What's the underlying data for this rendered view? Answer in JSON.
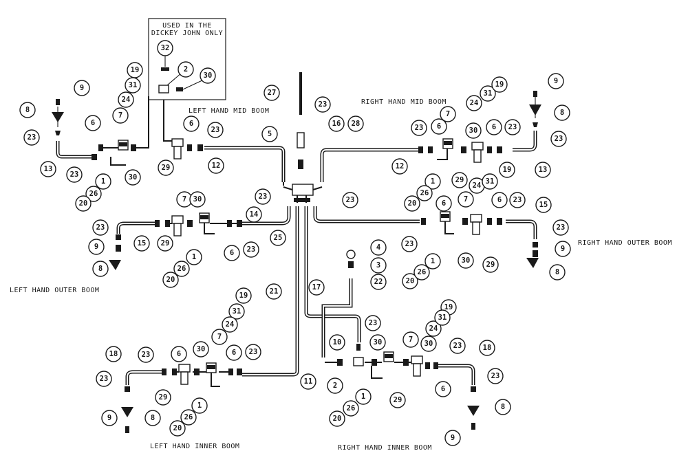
{
  "labels": {
    "dickey_note_line1": "USED IN THE",
    "dickey_note_line2": "DICKEY JOHN ONLY",
    "left_mid": "LEFT HAND MID BOOM",
    "right_mid": "RIGHT HAND MID BOOM",
    "left_outer": "LEFT HAND OUTER BOOM",
    "right_outer": "RIGHT HAND OUTER BOOM",
    "left_inner": "LEFT HAND INNER BOOM",
    "right_inner": "RIGHT HAND INNER BOOM"
  },
  "callouts": [
    "32",
    "2",
    "30",
    "19",
    "31",
    "24",
    "7",
    "9",
    "8",
    "23",
    "6",
    "13",
    "26",
    "1",
    "20",
    "30",
    "23",
    "29",
    "12",
    "6",
    "23",
    "27",
    "5",
    "23",
    "16",
    "28",
    "23",
    "14",
    "25",
    "23",
    "21",
    "17",
    "4",
    "3",
    "22",
    "9",
    "8",
    "23",
    "6",
    "23",
    "30",
    "7",
    "31",
    "24",
    "19",
    "6",
    "23",
    "13",
    "12",
    "1",
    "26",
    "20",
    "29",
    "19",
    "24",
    "31",
    "7",
    "6",
    "23",
    "15",
    "23",
    "9",
    "8",
    "30",
    "29",
    "20",
    "26",
    "1",
    "23",
    "6",
    "15",
    "23",
    "9",
    "8",
    "29",
    "20",
    "26",
    "1",
    "6",
    "23",
    "7",
    "30",
    "19",
    "31",
    "24",
    "18",
    "23",
    "9",
    "8",
    "29",
    "20",
    "26",
    "1",
    "6",
    "23",
    "30",
    "7",
    "23",
    "6",
    "10",
    "11",
    "2",
    "20",
    "26",
    "1",
    "30",
    "19",
    "24",
    "31",
    "7",
    "30",
    "29",
    "23",
    "6",
    "18",
    "23",
    "8",
    "9",
    "23"
  ]
}
